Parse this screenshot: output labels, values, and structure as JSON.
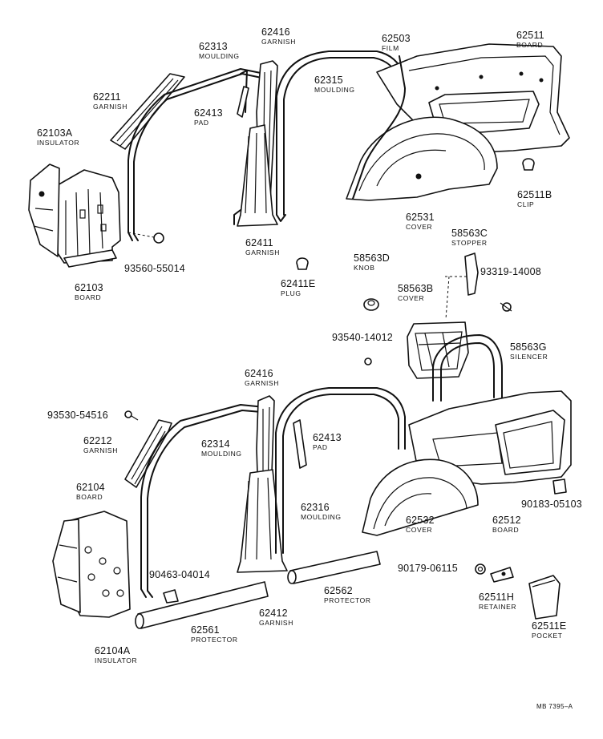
{
  "labels": {
    "l62103A": {
      "num": "62103A",
      "name": "INSULATOR"
    },
    "l62211": {
      "num": "62211",
      "name": "GARNISH"
    },
    "l62313": {
      "num": "62313",
      "name": "MOULDING"
    },
    "l62416a": {
      "num": "62416",
      "name": "GARNISH"
    },
    "l62503": {
      "num": "62503",
      "name": "FILM"
    },
    "l62511": {
      "num": "62511",
      "name": "BOARD"
    },
    "l62315": {
      "num": "62315",
      "name": "MOULDING"
    },
    "l62413a": {
      "num": "62413",
      "name": "PAD"
    },
    "l62511B": {
      "num": "62511B",
      "name": "CLIP"
    },
    "l62531": {
      "num": "62531",
      "name": "COVER"
    },
    "l62411": {
      "num": "62411",
      "name": "GARNISH"
    },
    "l62103": {
      "num": "62103",
      "name": "BOARD"
    },
    "l93560": {
      "num": "93560-55014",
      "name": ""
    },
    "l62411E": {
      "num": "62411E",
      "name": "PLUG"
    },
    "l58563D": {
      "num": "58563D",
      "name": "KNOB"
    },
    "l58563C": {
      "num": "58563C",
      "name": "STOPPER"
    },
    "l93319": {
      "num": "93319-14008",
      "name": ""
    },
    "l58563B": {
      "num": "58563B",
      "name": "COVER"
    },
    "l93540": {
      "num": "93540-14012",
      "name": ""
    },
    "l58563G": {
      "num": "58563G",
      "name": "SILENCER"
    },
    "l62416b": {
      "num": "62416",
      "name": "GARNISH"
    },
    "l93530": {
      "num": "93530-54516",
      "name": ""
    },
    "l62212": {
      "num": "62212",
      "name": "GARNISH"
    },
    "l62314": {
      "num": "62314",
      "name": "MOULDING"
    },
    "l62413b": {
      "num": "62413",
      "name": "PAD"
    },
    "l62104": {
      "num": "62104",
      "name": "BOARD"
    },
    "l62316": {
      "num": "62316",
      "name": "MOULDING"
    },
    "l62532": {
      "num": "62532",
      "name": "COVER"
    },
    "l62512": {
      "num": "62512",
      "name": "BOARD"
    },
    "l90183": {
      "num": "90183-05103",
      "name": ""
    },
    "l90463": {
      "num": "90463-04014",
      "name": ""
    },
    "l62562": {
      "num": "62562",
      "name": "PROTECTOR"
    },
    "l90179": {
      "num": "90179-06115",
      "name": ""
    },
    "l62511H": {
      "num": "62511H",
      "name": "RETAINER"
    },
    "l62561": {
      "num": "62561",
      "name": "PROTECTOR"
    },
    "l62412": {
      "num": "62412",
      "name": "GARNISH"
    },
    "l62104A": {
      "num": "62104A",
      "name": "INSULATOR"
    },
    "l62511E": {
      "num": "62511E",
      "name": "POCKET"
    }
  },
  "reference_code": "MB 7395–A",
  "colors": {
    "ink": "#111111",
    "paper": "#ffffff"
  }
}
